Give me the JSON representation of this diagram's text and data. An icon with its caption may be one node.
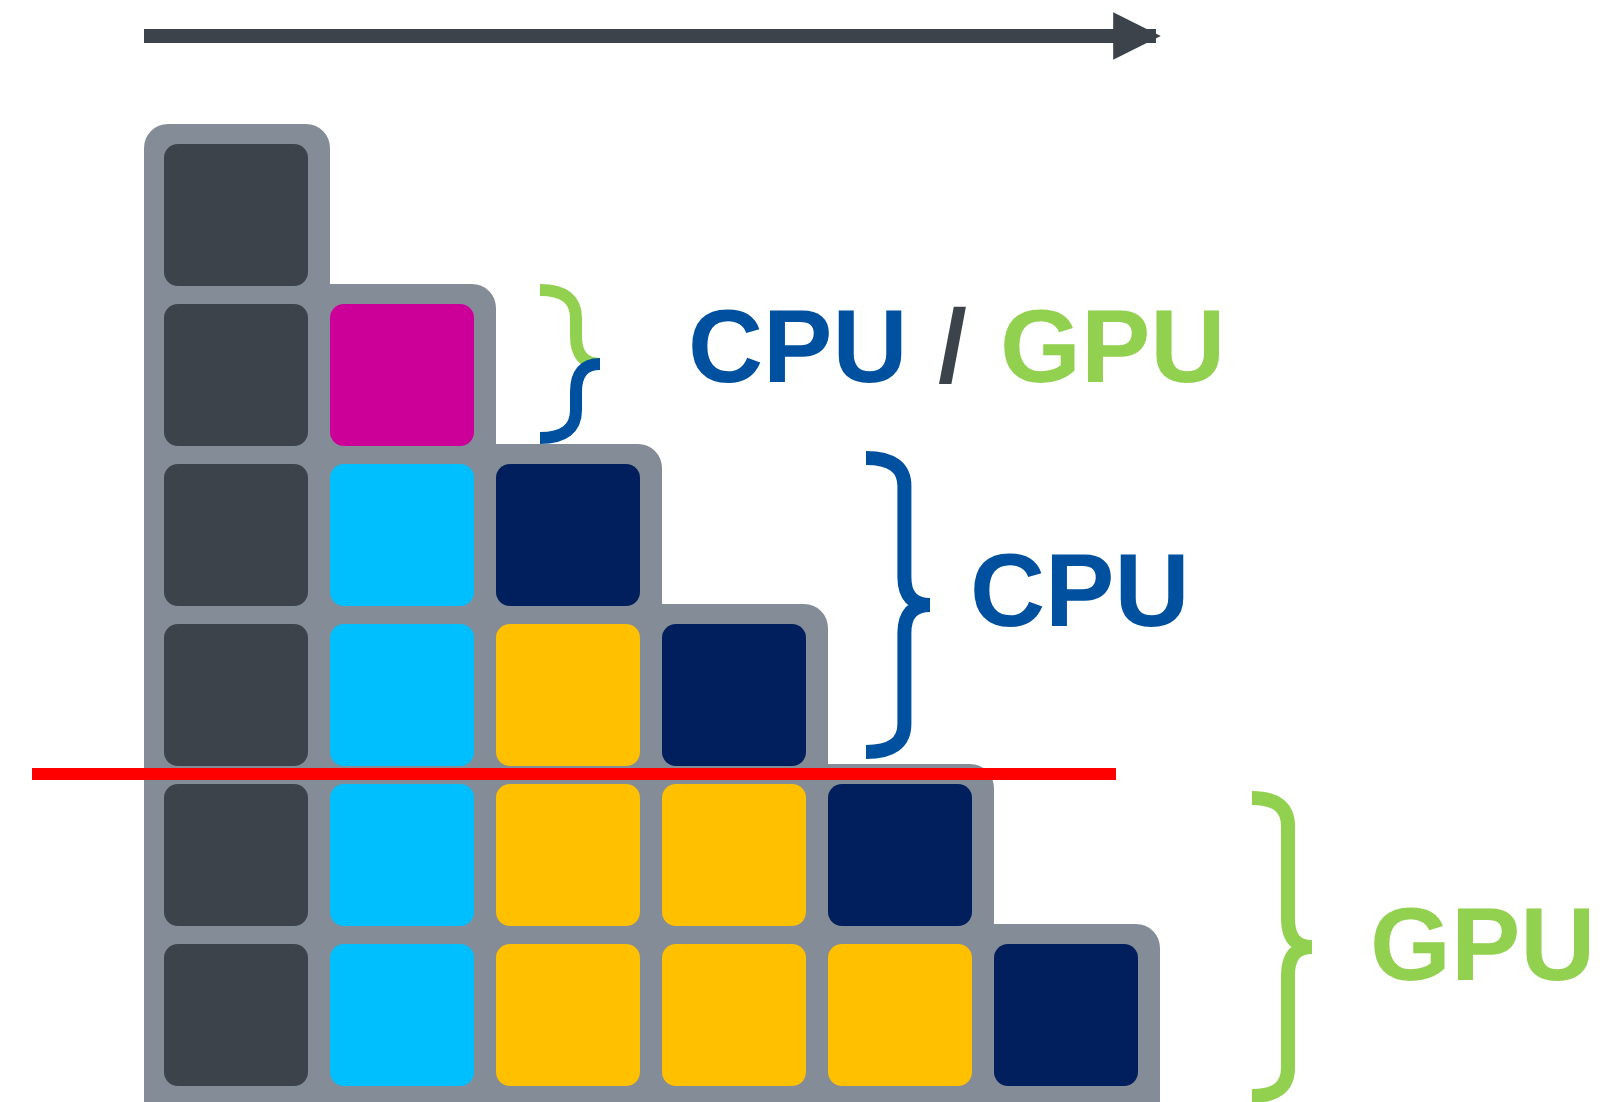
{
  "diagram": {
    "labels": [
      "CPU",
      "/",
      "GPU",
      "CPU",
      "GPU"
    ]
  }
}
